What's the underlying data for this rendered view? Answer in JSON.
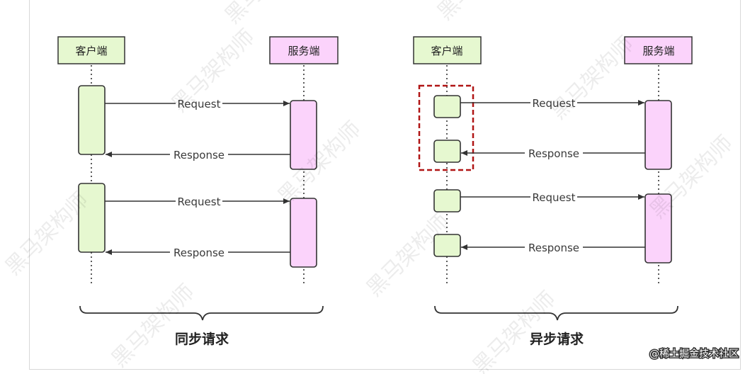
{
  "sync": {
    "title": "同步请求",
    "client_label": "客户端",
    "server_label": "服务端",
    "messages": [
      "Request",
      "Response",
      "Request",
      "Response"
    ]
  },
  "async": {
    "title": "异步请求",
    "client_label": "客户端",
    "server_label": "服务端",
    "messages": [
      "Request",
      "Response",
      "Request",
      "Response"
    ]
  },
  "watermark": "黑马架构师",
  "credit": "@稀土掘金技术社区",
  "colors": {
    "client_fill": "#e6f8d0",
    "server_fill": "#fbd3fb",
    "line": "#333333",
    "highlight": "#b01515"
  }
}
